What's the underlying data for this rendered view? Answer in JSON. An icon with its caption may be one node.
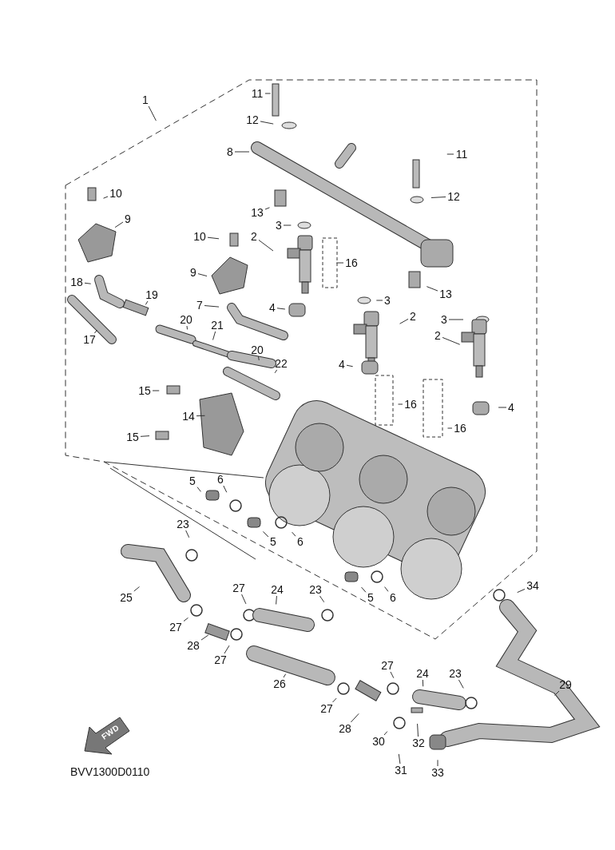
{
  "diagram": {
    "nodes": [
      {
        "text": [
          "1"
        ]
      },
      {
        "text": [
          "11"
        ]
      },
      {
        "text": [
          "12"
        ]
      },
      {
        "text": [
          "8"
        ]
      },
      {
        "text": [
          "11"
        ]
      },
      {
        "text": [
          "12"
        ]
      },
      {
        "text": [
          "13"
        ]
      },
      {
        "text": [
          "10"
        ]
      },
      {
        "text": [
          "9"
        ]
      },
      {
        "text": [
          "3"
        ]
      },
      {
        "text": [
          "2"
        ]
      },
      {
        "text": [
          "16"
        ]
      },
      {
        "text": [
          "10"
        ]
      },
      {
        "text": [
          "9"
        ]
      },
      {
        "text": [
          "13"
        ]
      },
      {
        "text": [
          "18"
        ]
      },
      {
        "text": [
          "19"
        ]
      },
      {
        "text": [
          "3"
        ]
      },
      {
        "text": [
          "2"
        ]
      },
      {
        "text": [
          "7"
        ]
      },
      {
        "text": [
          "4"
        ]
      },
      {
        "text": [
          "17"
        ]
      },
      {
        "text": [
          "20"
        ]
      },
      {
        "text": [
          "21"
        ]
      },
      {
        "text": [
          "20"
        ]
      },
      {
        "text": [
          "22"
        ]
      },
      {
        "text": [
          "3"
        ]
      },
      {
        "text": [
          "2"
        ]
      },
      {
        "text": [
          "4"
        ]
      },
      {
        "text": [
          "16"
        ]
      },
      {
        "text": [
          "4"
        ]
      },
      {
        "text": [
          "15"
        ]
      },
      {
        "text": [
          "14"
        ]
      },
      {
        "text": [
          "15"
        ]
      },
      {
        "text": [
          "16"
        ]
      },
      {
        "text": [
          "5"
        ]
      },
      {
        "text": [
          "6"
        ]
      },
      {
        "text": [
          "23"
        ]
      },
      {
        "text": [
          "5"
        ]
      },
      {
        "text": [
          "6"
        ]
      },
      {
        "text": [
          "25"
        ]
      },
      {
        "text": [
          "27"
        ]
      },
      {
        "text": [
          "24"
        ]
      },
      {
        "text": [
          "23"
        ]
      },
      {
        "text": [
          "34"
        ]
      },
      {
        "text": [
          "5"
        ]
      },
      {
        "text": [
          "6"
        ]
      },
      {
        "text": [
          "27"
        ]
      },
      {
        "text": [
          "28"
        ]
      },
      {
        "text": [
          "27"
        ]
      },
      {
        "text": [
          "26"
        ]
      },
      {
        "text": [
          "27"
        ]
      },
      {
        "text": [
          "24"
        ]
      },
      {
        "text": [
          "23"
        ]
      },
      {
        "text": [
          "29"
        ]
      },
      {
        "text": [
          "27"
        ]
      },
      {
        "text": [
          "28"
        ]
      },
      {
        "text": [
          "30"
        ]
      },
      {
        "text": [
          "32"
        ]
      },
      {
        "text": [
          "31"
        ]
      },
      {
        "text": [
          "33"
        ]
      }
    ],
    "edges": [
      {
        "from": 0,
        "to": null,
        "arrow": "none"
      },
      {
        "from": 1,
        "to": null,
        "arrow": "none"
      },
      {
        "from": 2,
        "to": null,
        "arrow": "none"
      },
      {
        "from": 3,
        "to": null,
        "arrow": "none"
      },
      {
        "from": 4,
        "to": null,
        "arrow": "none"
      },
      {
        "from": 5,
        "to": null,
        "arrow": "none"
      },
      {
        "from": 6,
        "to": null,
        "arrow": "none"
      },
      {
        "from": 7,
        "to": null,
        "arrow": "none"
      },
      {
        "from": 8,
        "to": null,
        "arrow": "none"
      },
      {
        "from": 9,
        "to": null,
        "arrow": "none"
      },
      {
        "from": 10,
        "to": null,
        "arrow": "none"
      },
      {
        "from": 11,
        "to": null,
        "arrow": "none"
      },
      {
        "from": 12,
        "to": null,
        "arrow": "none"
      },
      {
        "from": 13,
        "to": null,
        "arrow": "none"
      },
      {
        "from": 14,
        "to": null,
        "arrow": "none"
      },
      {
        "from": 15,
        "to": null,
        "arrow": "none"
      },
      {
        "from": 16,
        "to": null,
        "arrow": "none"
      },
      {
        "from": 17,
        "to": null,
        "arrow": "none"
      },
      {
        "from": 18,
        "to": null,
        "arrow": "none"
      },
      {
        "from": 19,
        "to": null,
        "arrow": "none"
      },
      {
        "from": 20,
        "to": null,
        "arrow": "none"
      },
      {
        "from": 21,
        "to": null,
        "arrow": "none"
      },
      {
        "from": 22,
        "to": null,
        "arrow": "none"
      },
      {
        "from": 23,
        "to": null,
        "arrow": "none"
      },
      {
        "from": 24,
        "to": null,
        "arrow": "none"
      },
      {
        "from": 25,
        "to": null,
        "arrow": "none"
      },
      {
        "from": 26,
        "to": null,
        "arrow": "none"
      },
      {
        "from": 27,
        "to": null,
        "arrow": "none"
      },
      {
        "from": 28,
        "to": null,
        "arrow": "none"
      },
      {
        "from": 29,
        "to": null,
        "arrow": "none"
      },
      {
        "from": 30,
        "to": null,
        "arrow": "none"
      },
      {
        "from": 31,
        "to": null,
        "arrow": "none"
      },
      {
        "from": 32,
        "to": null,
        "arrow": "none"
      },
      {
        "from": 33,
        "to": null,
        "arrow": "none"
      },
      {
        "from": 34,
        "to": null,
        "arrow": "none"
      },
      {
        "from": 35,
        "to": null,
        "arrow": "none"
      },
      {
        "from": 36,
        "to": null,
        "arrow": "none"
      },
      {
        "from": 37,
        "to": null,
        "arrow": "none"
      },
      {
        "from": 38,
        "to": null,
        "arrow": "none"
      },
      {
        "from": 39,
        "to": null,
        "arrow": "none"
      },
      {
        "from": 40,
        "to": null,
        "arrow": "none"
      },
      {
        "from": 41,
        "to": null,
        "arrow": "none"
      },
      {
        "from": 42,
        "to": null,
        "arrow": "none"
      },
      {
        "from": 43,
        "to": null,
        "arrow": "none"
      },
      {
        "from": 44,
        "to": null,
        "arrow": "none"
      },
      {
        "from": 45,
        "to": null,
        "arrow": "none"
      },
      {
        "from": 46,
        "to": null,
        "arrow": "none"
      },
      {
        "from": 47,
        "to": null,
        "arrow": "none"
      },
      {
        "from": 48,
        "to": null,
        "arrow": "none"
      },
      {
        "from": 49,
        "to": null,
        "arrow": "none"
      },
      {
        "from": 50,
        "to": null,
        "arrow": "none"
      },
      {
        "from": 51,
        "to": null,
        "arrow": "none"
      },
      {
        "from": 52,
        "to": null,
        "arrow": "none"
      },
      {
        "from": 53,
        "to": null,
        "arrow": "none"
      },
      {
        "from": 54,
        "to": null,
        "arrow": "none"
      },
      {
        "from": 55,
        "to": null,
        "arrow": "none"
      },
      {
        "from": 56,
        "to": null,
        "arrow": "none"
      },
      {
        "from": 57,
        "to": null,
        "arrow": "none"
      },
      {
        "from": 58,
        "to": null,
        "arrow": "none"
      },
      {
        "from": 59,
        "to": null,
        "arrow": "none"
      },
      {
        "from": 60,
        "to": null,
        "arrow": "none"
      }
    ],
    "labels": [
      "FWD",
      "BVV1300D0110"
    ]
  }
}
